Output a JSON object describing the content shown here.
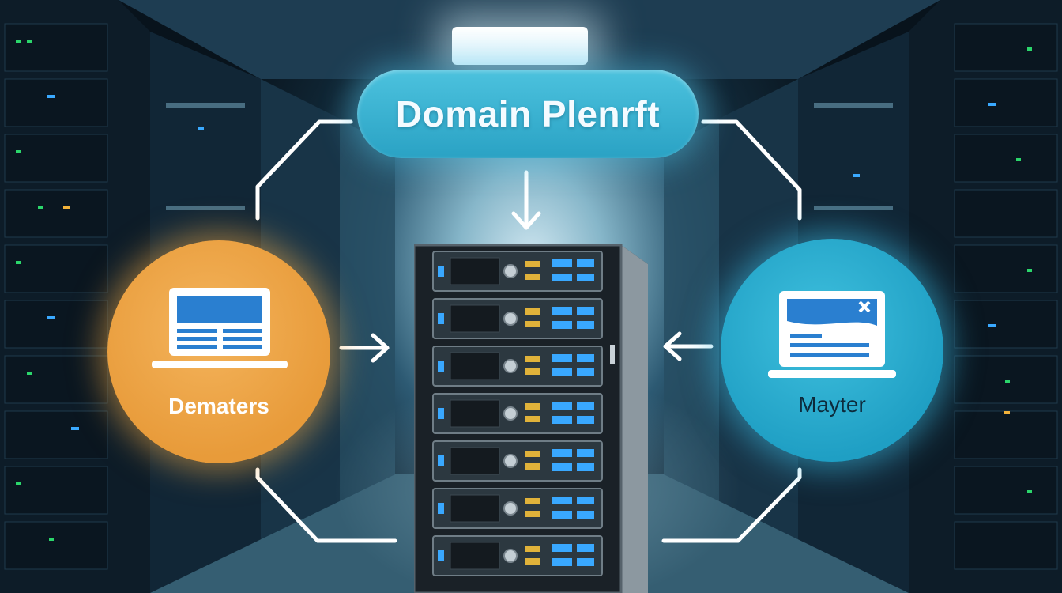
{
  "title": "Domain Plenrft",
  "nodes": {
    "left": {
      "label": "Dematers",
      "color": "#e89b3a"
    },
    "right": {
      "label": "Mayter",
      "color": "#1f9fc4"
    }
  },
  "colors": {
    "accent": "#3bb6d6",
    "line": "#ffffff",
    "server_led": "#39a8ff"
  },
  "server": {
    "unit_count": 7
  }
}
